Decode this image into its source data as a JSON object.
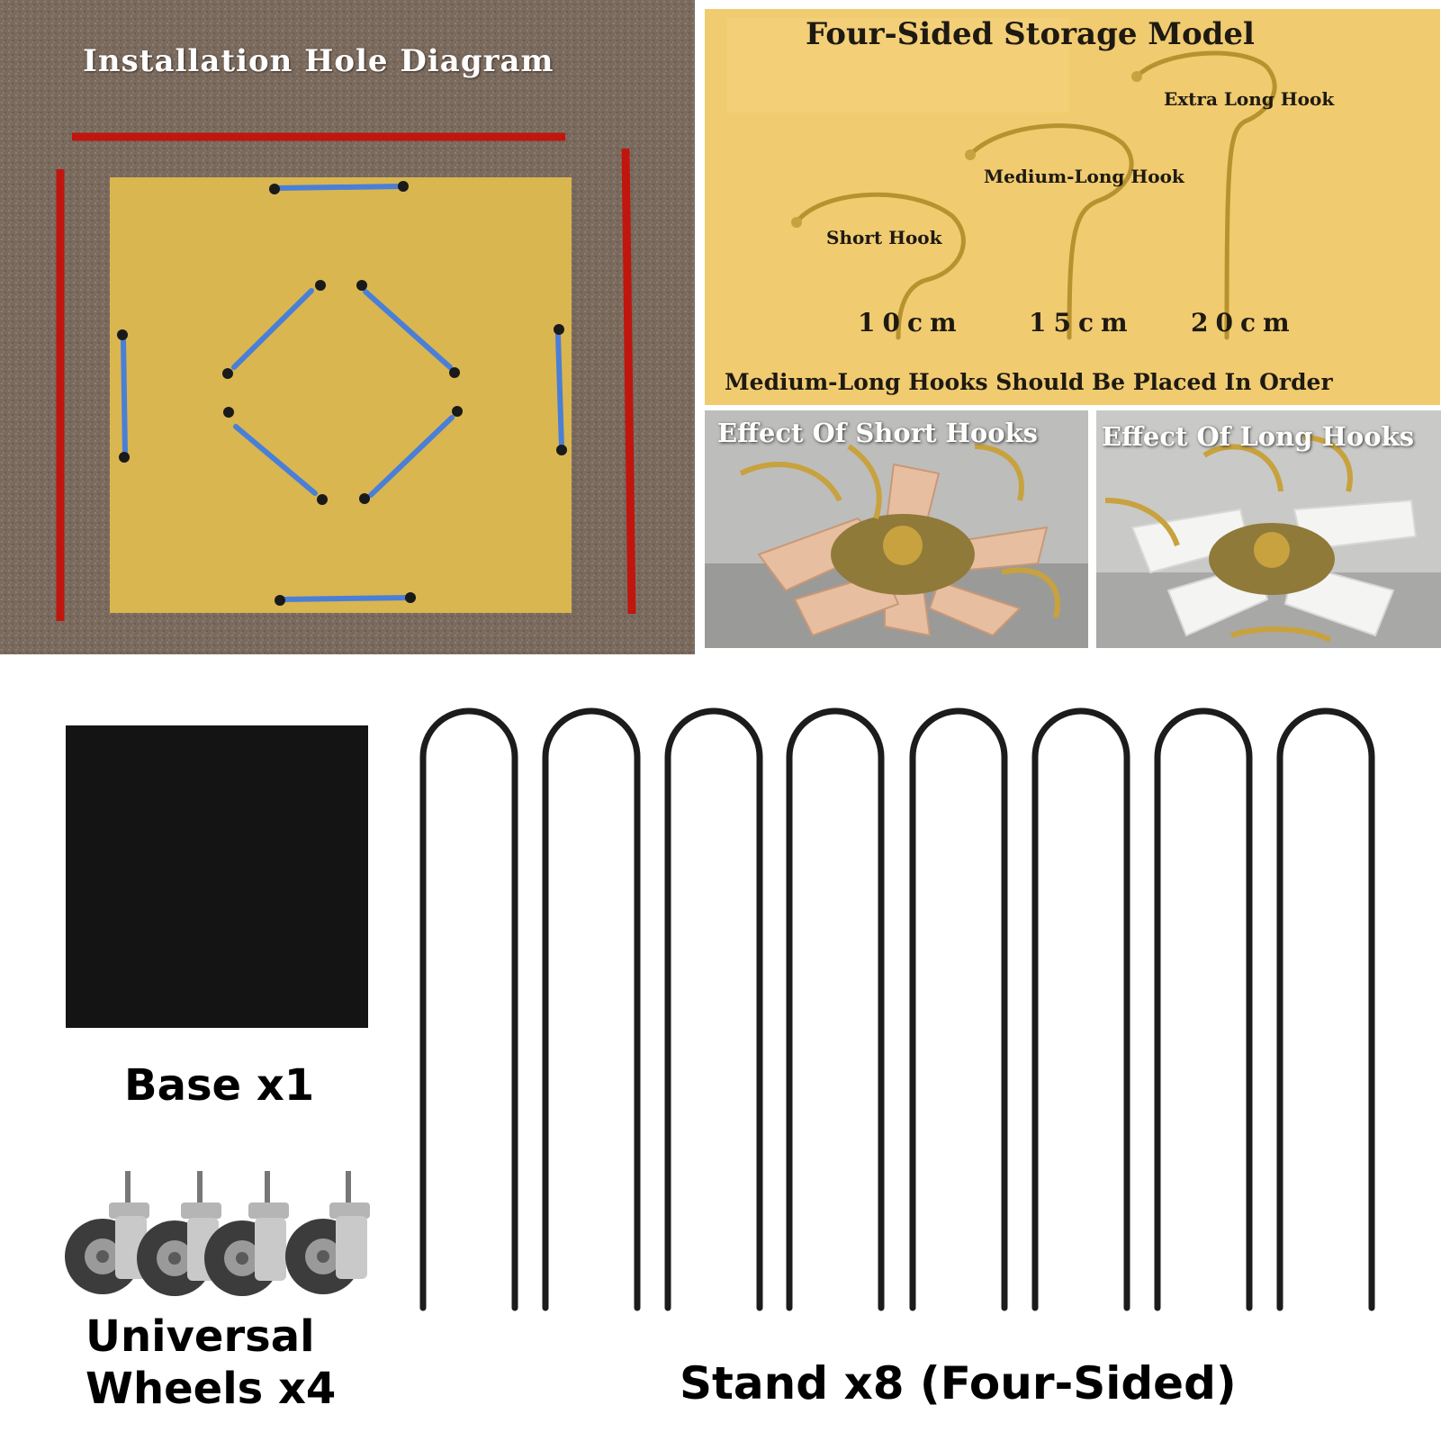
{
  "hole_diagram": {
    "title": "Installation Hole Diagram",
    "colors": {
      "background": "#7a6a5e",
      "plate": "#d9b64f",
      "edge_marks": "#c0160e",
      "hole_links": "#4a7fd8"
    }
  },
  "hooks_panel": {
    "title": "Four-Sided Storage Model",
    "hooks": [
      {
        "label": "Short Hook",
        "length": "10cm"
      },
      {
        "label": "Medium-Long Hook",
        "length": "15cm"
      },
      {
        "label": "Extra Long Hook",
        "length": "20cm"
      }
    ],
    "note": "Medium-Long Hooks Should Be Placed In Order",
    "colors": {
      "background": "#f0cb70",
      "hook": "#b8922e"
    }
  },
  "effects": {
    "short": {
      "label": "Effect Of Short Hooks"
    },
    "long": {
      "label": "Effect Of Long Hooks"
    }
  },
  "parts": {
    "base": {
      "label": "Base x1"
    },
    "wheels": {
      "label_line1": "Universal",
      "label_line2": "Wheels x4"
    },
    "stand": {
      "label": "Stand x8 (Four-Sided)"
    }
  }
}
